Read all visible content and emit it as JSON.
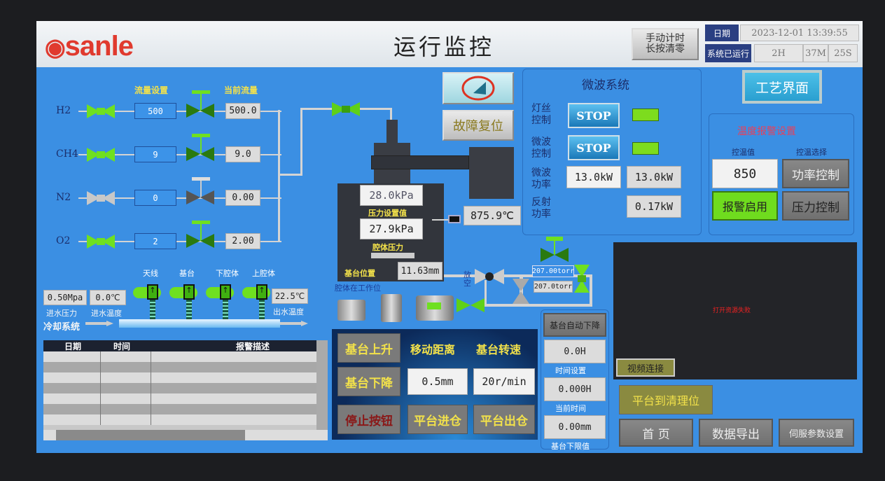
{
  "header": {
    "logo": "sanle",
    "title": "运行监控",
    "manual_timer": "手动计时\n长按清零",
    "date_label": "日期",
    "datetime": "2023-12-01 13:39:55",
    "runtime_label": "系统已运行",
    "runtime_h": "2H",
    "runtime_m": "37M",
    "runtime_s": "25S"
  },
  "gas": {
    "set_header": "流量设置",
    "current_header": "当前流量",
    "rows": [
      {
        "name": "H2",
        "set": "500",
        "current": "500.0",
        "active": true
      },
      {
        "name": "CH4",
        "set": "9",
        "current": "9.0",
        "active": true
      },
      {
        "name": "N2",
        "set": "0",
        "current": "0.00",
        "active": false
      },
      {
        "name": "O2",
        "set": "2",
        "current": "2.00",
        "active": true
      }
    ]
  },
  "cooling": {
    "system_label": "冷却系统",
    "inlet_pressure": "0.50Mpa",
    "inlet_pressure_label": "进水压力",
    "inlet_temp": "0.0℃",
    "inlet_temp_label": "进水温度",
    "outlet_temp": "22.5℃",
    "outlet_temp_label": "出水温度",
    "flows": [
      "天线",
      "基台",
      "下腔体",
      "上腔体"
    ]
  },
  "chamber": {
    "pressure_set": "28.0kPa",
    "pressure_set_label": "压力设置值",
    "pressure": "27.9kPa",
    "pressure_label": "腔体压力",
    "stage_pos_label": "基台位置",
    "stage_pos": "11.63mm",
    "status": "腔体在工作位",
    "temperature": "875.9℃",
    "vent_label": "放空",
    "gauge1": "207.00torr",
    "gauge2": "207.0torr"
  },
  "buttons": {
    "fault_reset": "故障复位",
    "process": "工艺界面",
    "home": "首 页",
    "export": "数据导出",
    "servo": "伺服参数设置",
    "to_clean": "平台到清理位",
    "video": "视频连接"
  },
  "microwave": {
    "title": "微波系统",
    "filament_label": "灯丝\n控制",
    "filament_btn": "STOP",
    "mw_label": "微波\n控制",
    "mw_btn": "STOP",
    "power_label": "微波\n功率",
    "power_set": "13.0kW",
    "power_actual": "13.0kW",
    "reflect_label": "反射\n功率",
    "reflect": "0.17kW"
  },
  "temp_alarm": {
    "title": "温度报警设置",
    "value_label": "控温值",
    "select_label": "控温选择",
    "value": "850",
    "enable": "报警启用",
    "power_ctrl": "功率控制",
    "pressure_ctrl": "压力控制"
  },
  "alarm_table": {
    "columns": [
      "日期",
      "时间",
      "报警描述"
    ]
  },
  "stage": {
    "up": "基台上升",
    "down": "基台下降",
    "stop": "停止按钮",
    "dist_label": "移动距离",
    "speed_label": "基台转速",
    "dist": "0.5mm",
    "speed": "20r/min",
    "in": "平台进仓",
    "out": "平台出仓"
  },
  "auto_lower": {
    "title": "基台自动下降",
    "time_set": "0.0H",
    "time_set_label": "时间设置",
    "time_now": "0.000H",
    "time_now_label": "当前时间",
    "lower_limit": "0.00mm",
    "lower_limit_label": "基台下限值"
  },
  "video": {
    "error": "打开资源失败"
  },
  "colors": {
    "screen": "#3b8fe3",
    "active_valve": "#6fe020",
    "led": "#7ddc1e"
  }
}
